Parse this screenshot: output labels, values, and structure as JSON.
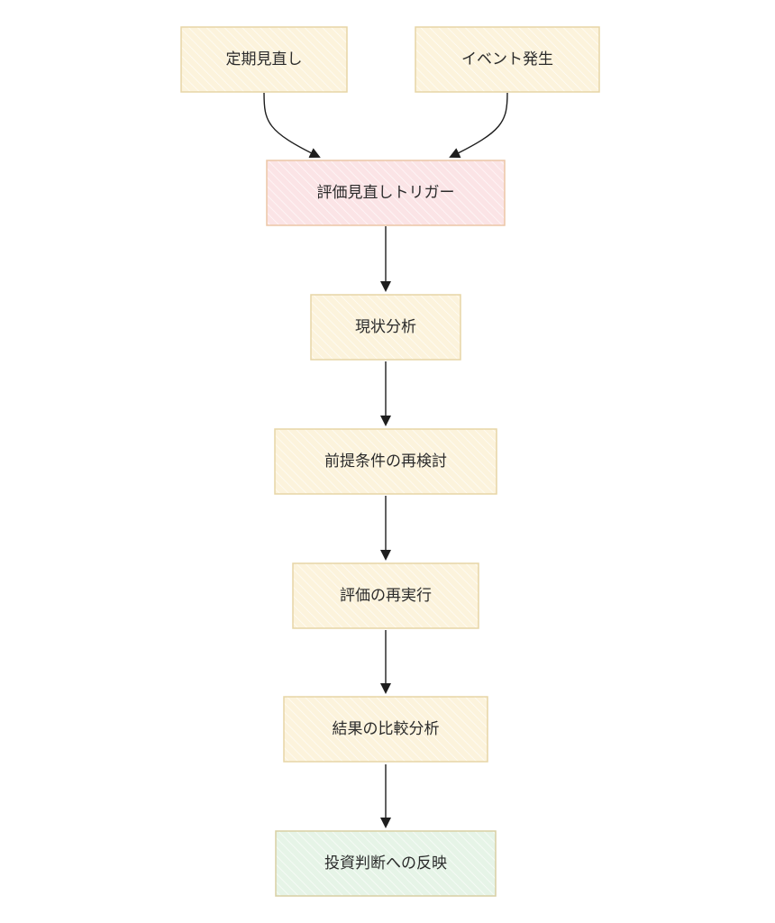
{
  "colors": {
    "default_fill": "#fcf3dc",
    "default_stroke": "#e7d5a6",
    "trigger_fill": "#fbe4e6",
    "trigger_stroke": "#ecc6a6",
    "final_fill": "#e6f4e7",
    "final_stroke": "#d8cfa3",
    "edge": "#1e1e1e",
    "text": "#2b2b2b"
  },
  "nodes": {
    "periodic_review": {
      "label": "定期見直し"
    },
    "event_occurrence": {
      "label": "イベント発生"
    },
    "review_trigger": {
      "label": "評価見直しトリガー"
    },
    "current_analysis": {
      "label": "現状分析"
    },
    "assumption_review": {
      "label": "前提条件の再検討"
    },
    "re_evaluation": {
      "label": "評価の再実行"
    },
    "comparison_analysis": {
      "label": "結果の比較分析"
    },
    "investment_decision": {
      "label": "投資判断への反映"
    }
  },
  "edges": [
    {
      "from": "periodic_review",
      "to": "review_trigger"
    },
    {
      "from": "event_occurrence",
      "to": "review_trigger"
    },
    {
      "from": "review_trigger",
      "to": "current_analysis"
    },
    {
      "from": "current_analysis",
      "to": "assumption_review"
    },
    {
      "from": "assumption_review",
      "to": "re_evaluation"
    },
    {
      "from": "re_evaluation",
      "to": "comparison_analysis"
    },
    {
      "from": "comparison_analysis",
      "to": "investment_decision"
    }
  ]
}
